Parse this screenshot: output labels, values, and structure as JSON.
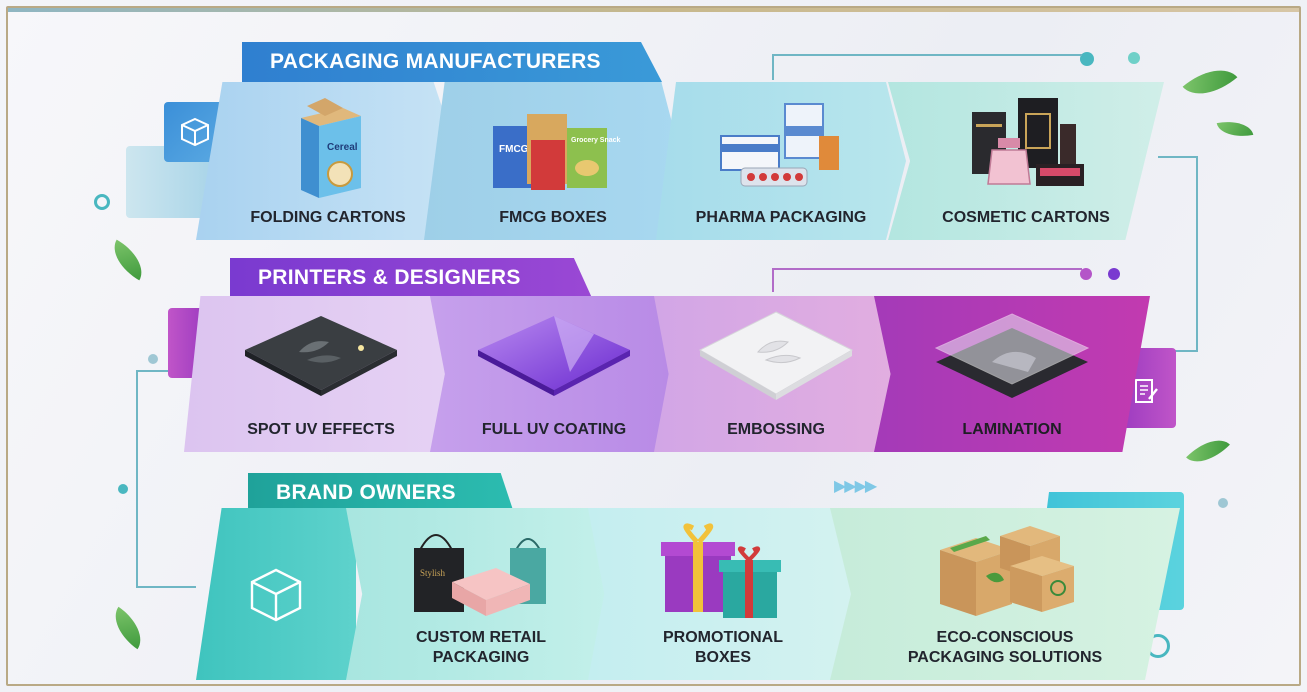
{
  "sections": [
    {
      "title": "PACKAGING MANUFACTURERS",
      "items": [
        {
          "label": "FOLDING CARTONS",
          "icon": "cereal-box-icon"
        },
        {
          "label": "FMCG BOXES",
          "icon": "grocery-boxes-icon"
        },
        {
          "label": "PHARMA PACKAGING",
          "icon": "medicine-boxes-icon"
        },
        {
          "label": "COSMETIC CARTONS",
          "icon": "perfume-box-icon"
        }
      ]
    },
    {
      "title": "PRINTERS & DESIGNERS",
      "items": [
        {
          "label": "SPOT UV EFFECTS",
          "icon": "spot-uv-sheet-icon"
        },
        {
          "label": "FULL UV COATING",
          "icon": "uv-coated-sheet-icon"
        },
        {
          "label": "EMBOSSING",
          "icon": "embossed-sheet-icon"
        },
        {
          "label": "LAMINATION",
          "icon": "laminated-sheet-icon"
        }
      ]
    },
    {
      "title": "BRAND OWNERS",
      "items": [
        {
          "label": "CUSTOM RETAIL\nPACKAGING",
          "icon": "retail-bags-icon"
        },
        {
          "label": "PROMOTIONAL\nBOXES",
          "icon": "gift-boxes-icon"
        },
        {
          "label": "ECO-CONSCIOUS\nPACKAGING SOLUTIONS",
          "icon": "kraft-boxes-icon"
        }
      ]
    }
  ],
  "artwork": {
    "cereal": "Cereal",
    "fmcg": "FMCG",
    "grocery": "Grocery Snack",
    "retail": "Stylish"
  },
  "colors": {
    "blue_tab": "#2f7fd0",
    "purple_tab": "#7a3ad0",
    "teal_tab": "#1fa29a",
    "frame_gold": "#b9a985"
  }
}
